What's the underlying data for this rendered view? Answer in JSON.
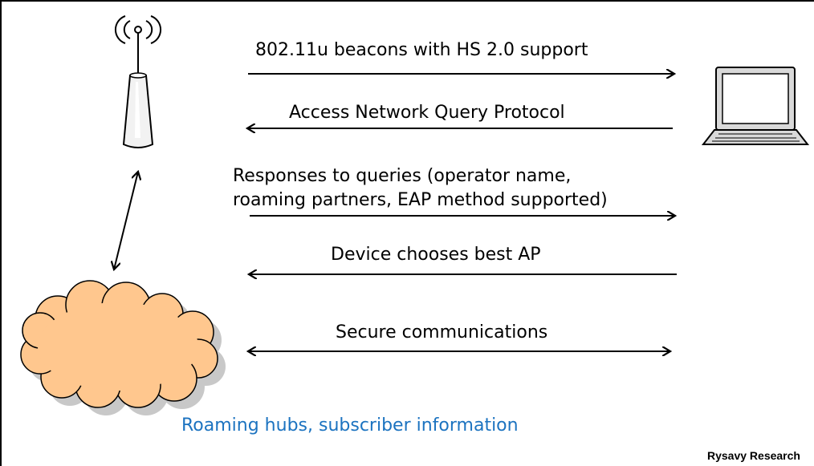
{
  "messages": {
    "beacons": "802.11u beacons with HS 2.0 support",
    "anqp": "Access Network Query Protocol",
    "responses_line1": "Responses to queries (operator name,",
    "responses_line2": "roaming partners, EAP method supported)",
    "choose_ap": "Device chooses best AP",
    "secure": "Secure communications"
  },
  "cloud_caption": "Roaming hubs, subscriber information",
  "credit": "Rysavy Research",
  "colors": {
    "cloud_fill": "#FFC78E",
    "cloud_shadow": "#C8C8C8",
    "caption": "#1C73C0",
    "laptop_fill": "#D9D9D9"
  },
  "icons": [
    "antenna-icon",
    "cloud-icon",
    "laptop-icon"
  ]
}
